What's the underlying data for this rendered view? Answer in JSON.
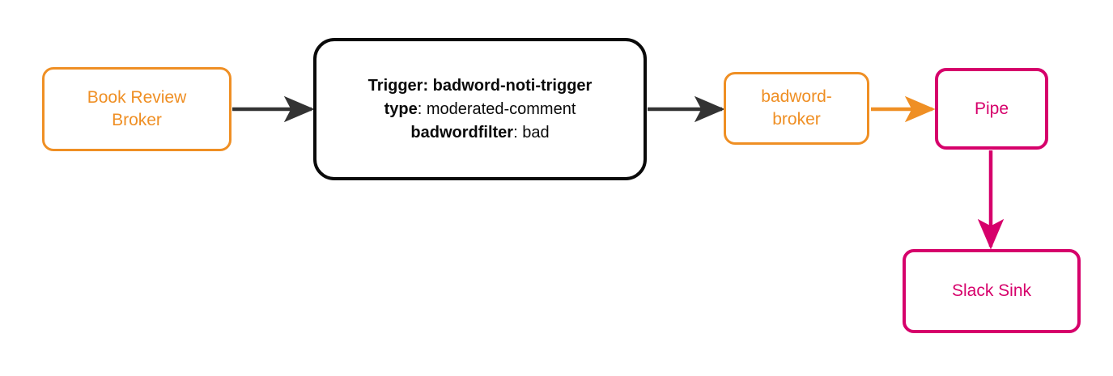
{
  "diagram": {
    "type": "flow",
    "colors": {
      "broker_orange": "#ef8f24",
      "sink_pink": "#d6006b",
      "trigger_black": "#0a0a0a",
      "arrow_dark": "#333333",
      "background": "#ffffff"
    },
    "nodes": [
      {
        "id": "book-review-broker",
        "label_line1": "Book Review",
        "label_line2": "Broker",
        "style": "broker-orange"
      },
      {
        "id": "trigger",
        "line1_bold": "Trigger: badword-noti-trigger",
        "line2_bold": "type",
        "line2_rest": ": moderated-comment",
        "line3_bold": "badwordfilter",
        "line3_rest": ": bad",
        "style": "trigger-black"
      },
      {
        "id": "badword-broker",
        "label_line1": "badword-",
        "label_line2": "broker",
        "style": "broker-orange"
      },
      {
        "id": "pipe",
        "label": "Pipe",
        "style": "sink-pink"
      },
      {
        "id": "slack-sink",
        "label": "Slack Sink",
        "style": "sink-pink"
      }
    ],
    "edges": [
      {
        "id": "edge-book-review-broker-to-trigger",
        "from": "book-review-broker",
        "to": "trigger",
        "color": "#333333",
        "direction": "right"
      },
      {
        "id": "edge-trigger-to-badword-broker",
        "from": "trigger",
        "to": "badword-broker",
        "color": "#333333",
        "direction": "right"
      },
      {
        "id": "edge-badword-broker-to-pipe",
        "from": "badword-broker",
        "to": "pipe",
        "color": "#ef8f24",
        "direction": "right"
      },
      {
        "id": "edge-pipe-to-slack-sink",
        "from": "pipe",
        "to": "slack-sink",
        "color": "#d6006b",
        "direction": "down"
      }
    ]
  }
}
